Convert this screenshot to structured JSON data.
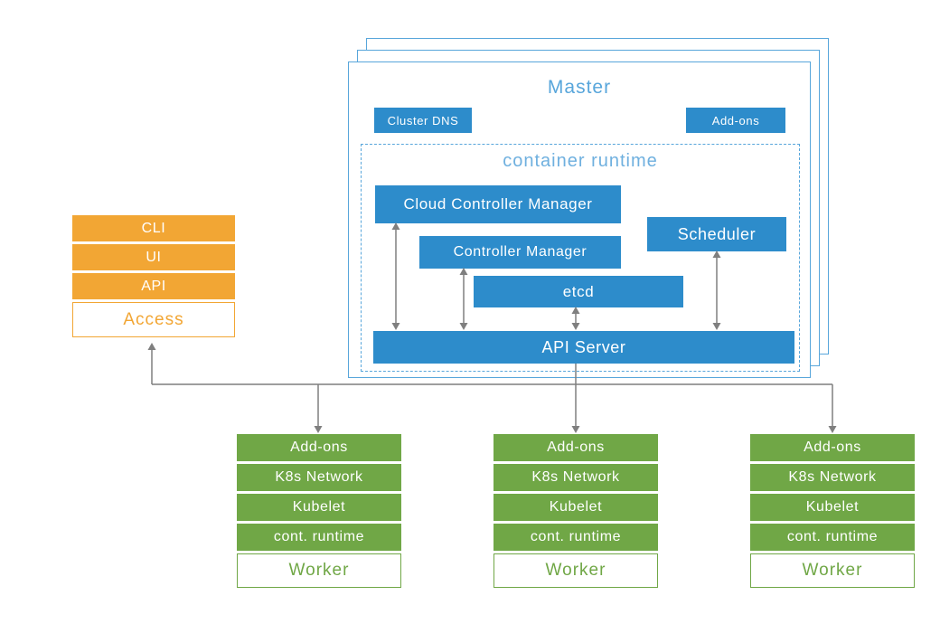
{
  "colors": {
    "component_blue": "#2D8CCB",
    "master_border_blue": "#58A6DB",
    "container_runtime_title_blue": "#6FB0DF",
    "access_orange": "#F2A634",
    "worker_green": "#70A746",
    "connector_gray": "#7F7F7F"
  },
  "master": {
    "title": "Master",
    "cluster_dns_label": "Cluster DNS",
    "addons_label": "Add-ons",
    "container_runtime": {
      "title": "container runtime",
      "cloud_controller_manager_label": "Cloud Controller Manager",
      "controller_manager_label": "Controller Manager",
      "scheduler_label": "Scheduler",
      "etcd_label": "etcd",
      "api_server_label": "API Server"
    }
  },
  "access": {
    "items": [
      "CLI",
      "UI",
      "API"
    ],
    "label": "Access"
  },
  "workers": [
    {
      "items": [
        "Add-ons",
        "K8s Network",
        "Kubelet",
        "cont. runtime"
      ],
      "label": "Worker"
    },
    {
      "items": [
        "Add-ons",
        "K8s Network",
        "Kubelet",
        "cont. runtime"
      ],
      "label": "Worker"
    },
    {
      "items": [
        "Add-ons",
        "K8s Network",
        "Kubelet",
        "cont. runtime"
      ],
      "label": "Worker"
    }
  ]
}
